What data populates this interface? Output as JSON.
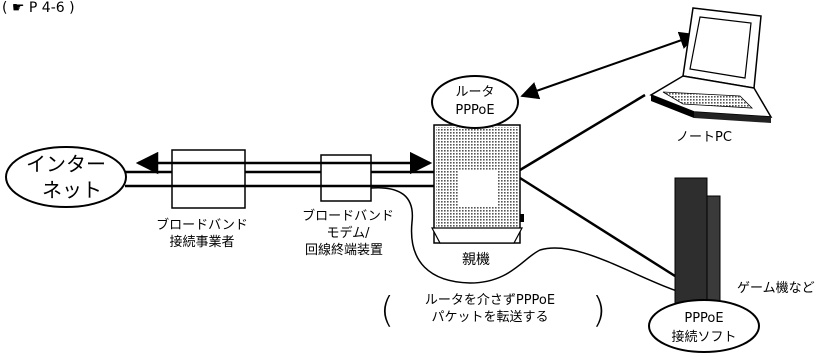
{
  "ref_note": "( ☛ P 4-6 )",
  "internet": {
    "line1": "インター",
    "line2": "ネット"
  },
  "broadband_provider": {
    "line1": "ブロードバンド",
    "line2": "接続事業者"
  },
  "broadband_modem": {
    "line1": "ブロードバンド",
    "line2": "モデム/",
    "line3": "回線終端装置"
  },
  "router_bubble": {
    "line1": "ルータ",
    "line2": "PPPoE"
  },
  "parent_unit_label": "親機",
  "notebook_label": "ノートPC",
  "game_console_label": "ゲーム機など",
  "pppoe_client": {
    "line1": "PPPoE",
    "line2": "接続ソフト"
  },
  "passthrough_note": {
    "line1": "ルータを介さずPPPoE",
    "line2": "パケットを転送する"
  },
  "colors": {
    "stroke": "#000000",
    "tower": "#3a3a3a",
    "tower_dark": "#1e1e1e",
    "dots": "#7a7a7a"
  }
}
